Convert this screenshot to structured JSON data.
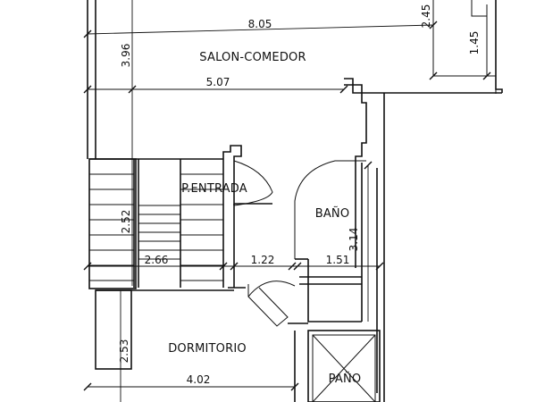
{
  "rooms": {
    "salon": "SALON-COMEDOR",
    "entrada": "P.ENTRADA",
    "bano": "BAÑO",
    "dormitorio": "DORMITORIO",
    "patio": "PAÑO"
  },
  "dimensions": {
    "d_805": "8.05",
    "d_396": "3.96",
    "d_245": "2.45",
    "d_145": "1.45",
    "d_507": "5.07",
    "d_252": "2.52",
    "d_266": "2.66",
    "d_122": "1.22",
    "d_151": "1.51",
    "d_314": "3.14",
    "d_253": "2.53",
    "d_402": "4.02"
  }
}
